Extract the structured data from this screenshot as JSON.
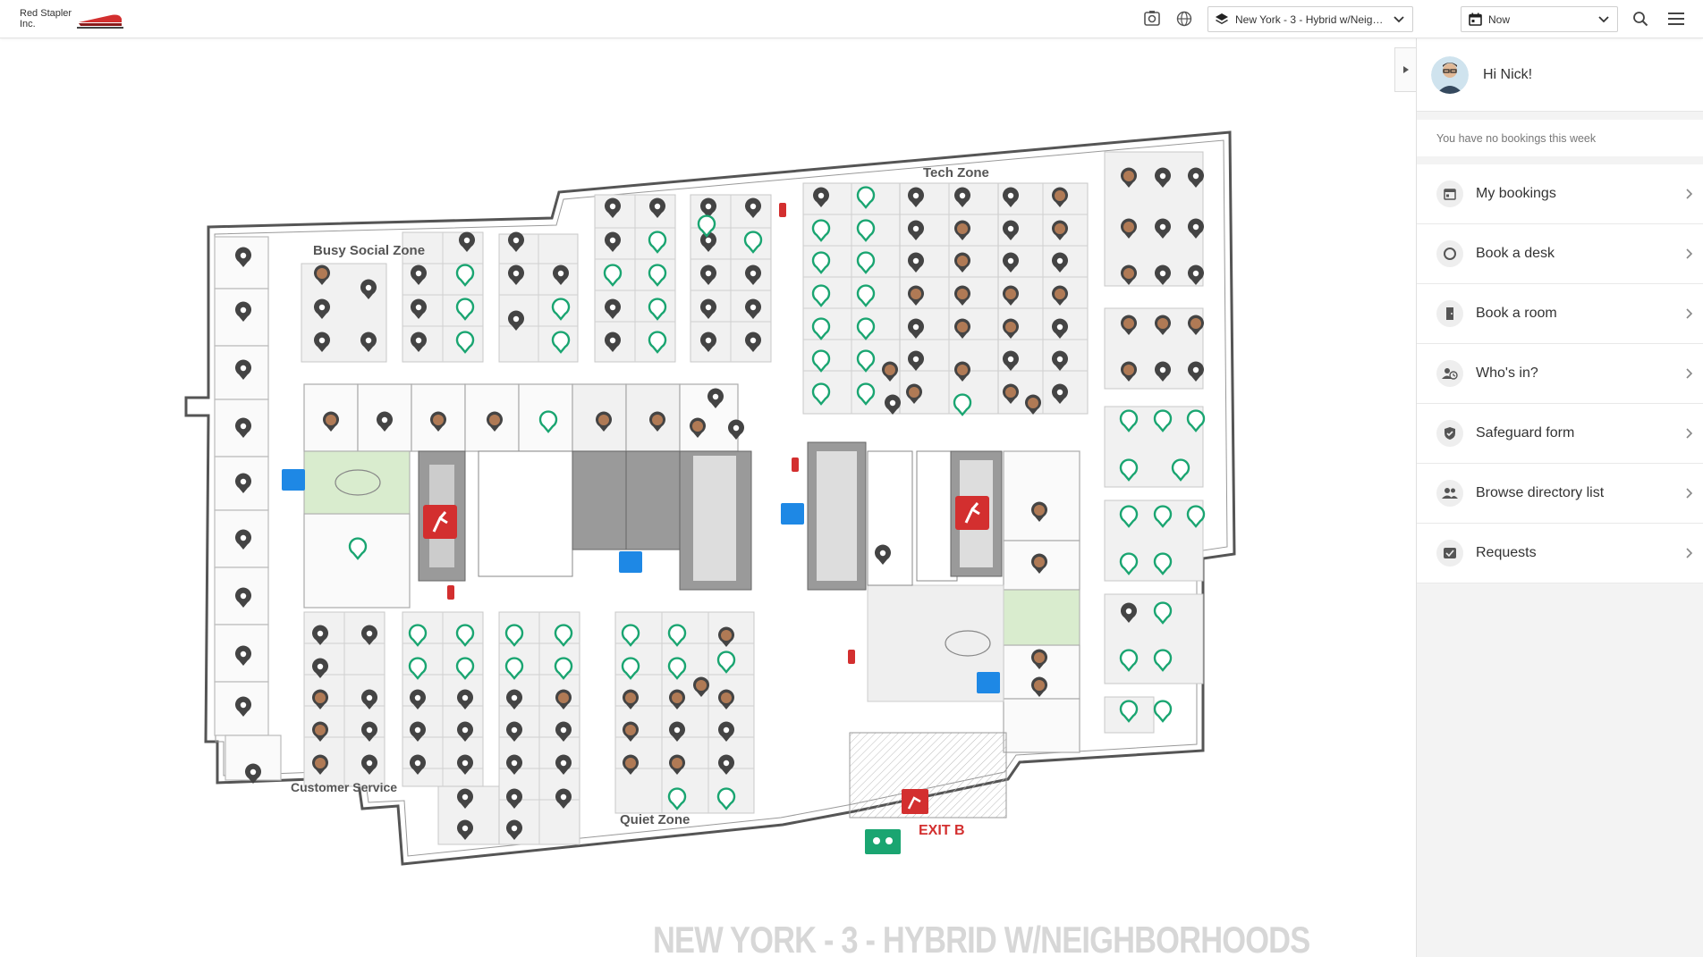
{
  "app": {
    "brand_name": "Red Stapler Inc.",
    "accent_color": "#d32f2f"
  },
  "header": {
    "icons": [
      "scan-qr-icon",
      "globe-icon",
      "search-icon",
      "hamburger-menu-icon"
    ],
    "floor_select": {
      "value": "New York - 3 - Hybrid w/Neighb...",
      "icon": "layers-icon"
    },
    "time_select": {
      "value": "Now",
      "icon": "calendar-icon"
    }
  },
  "map": {
    "title": "NEW YORK - 3 - HYBRID W/NEIGHBORHOODS",
    "zones": [
      "Busy Social Zone",
      "Tech Zone",
      "Customer Service",
      "Quiet Zone"
    ],
    "exit_label": "EXIT B",
    "colors": {
      "available": "#1aa571",
      "booked": "#444444",
      "room": "#d9ecce",
      "core": "#9a9a9a",
      "exit": "#d32f2f"
    }
  },
  "panel": {
    "greeting": "Hi Nick!",
    "no_bookings": "You have no bookings this week",
    "menu": [
      {
        "label": "My bookings",
        "icon": "calendar-icon"
      },
      {
        "label": "Book a desk",
        "icon": "desk-pin-icon"
      },
      {
        "label": "Book a room",
        "icon": "door-icon"
      },
      {
        "label": "Who's in?",
        "icon": "people-clock-icon"
      },
      {
        "label": "Safeguard form",
        "icon": "shield-check-icon"
      },
      {
        "label": "Browse directory list",
        "icon": "group-icon"
      },
      {
        "label": "Requests",
        "icon": "request-icon"
      }
    ]
  }
}
